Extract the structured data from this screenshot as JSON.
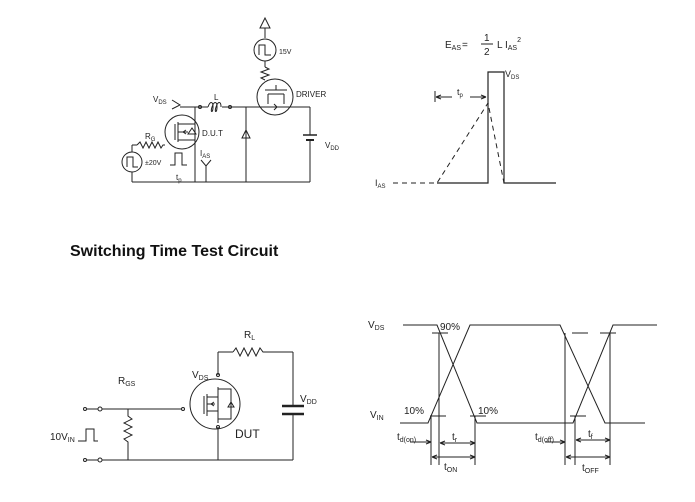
{
  "avalanche_circuit": {
    "supply_label": "15V",
    "driver_label": "DRIVER",
    "vds_label": "V",
    "vds_sub": "DS",
    "inductor_label": "L",
    "rg_label": "R",
    "rg_sub": "G",
    "dut_label": "D.U.T",
    "gate_voltage_label": "±20V",
    "ias_label": "I",
    "ias_sub": "AS",
    "tp_label": "t",
    "tp_sub": "p",
    "vdd_label": "V",
    "vdd_sub": "DD"
  },
  "avalanche_waveform": {
    "formula_lhs": "E",
    "formula_lhs_sub": "AS",
    "formula_eq": "=",
    "formula_num": "1",
    "formula_den": "2",
    "formula_rhs": "L I",
    "formula_rhs_sub": "AS",
    "formula_exp": "2",
    "vds_label": "V",
    "vds_sub": "DS",
    "tp_label": "t",
    "tp_sub": "p",
    "ias_label": "I",
    "ias_sub": "AS"
  },
  "section_title": "Switching Time Test Circuit",
  "switching_circuit": {
    "rl_label": "R",
    "rl_sub": "L",
    "rgs_label": "R",
    "rgs_sub": "GS",
    "vds_label": "V",
    "vds_sub": "DS",
    "vdd_label": "V",
    "vdd_sub": "DD",
    "dut_label": "DUT",
    "vin_prefix": "10V",
    "vin_sub": "IN"
  },
  "switching_waveform": {
    "vds_label": "V",
    "vds_sub": "DS",
    "vin_label": "V",
    "vin_sub": "IN",
    "pct90": "90%",
    "pct10_left": "10%",
    "pct10_right": "10%",
    "td_on": "t",
    "td_on_sub": "d(on)",
    "tr": "t",
    "tr_sub": "r",
    "ton": "t",
    "ton_sub": "ON",
    "td_off": "t",
    "td_off_sub": "d(off)",
    "tf": "t",
    "tf_sub": "f",
    "toff": "t",
    "toff_sub": "OFF"
  }
}
